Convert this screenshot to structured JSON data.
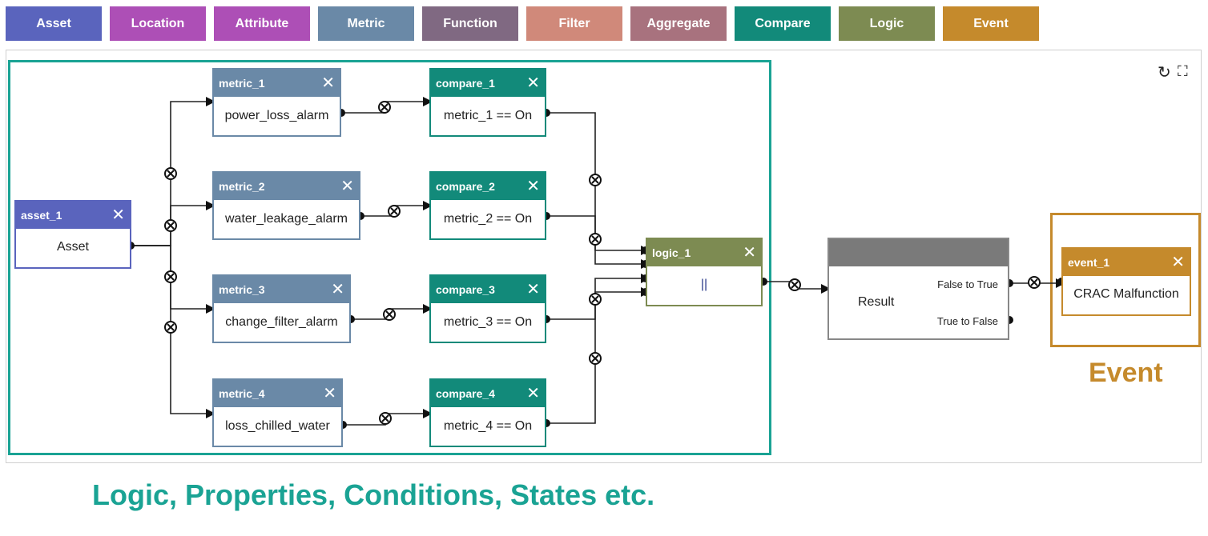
{
  "palette": [
    {
      "label": "Asset",
      "color": "#5a64bd"
    },
    {
      "label": "Location",
      "color": "#ad4fb6"
    },
    {
      "label": "Attribute",
      "color": "#ad4fb6"
    },
    {
      "label": "Metric",
      "color": "#6a89a7"
    },
    {
      "label": "Function",
      "color": "#806982"
    },
    {
      "label": "Filter",
      "color": "#d0897a"
    },
    {
      "label": "Aggregate",
      "color": "#a8727e"
    },
    {
      "label": "Compare",
      "color": "#128a7a"
    },
    {
      "label": "Logic",
      "color": "#7d8b52"
    },
    {
      "label": "Event",
      "color": "#c58a2c"
    }
  ],
  "colors": {
    "asset": "#5a64bd",
    "metric": "#6a89a7",
    "compare": "#128a7a",
    "logic": "#7d8b52",
    "result": "#7a7a7a",
    "event": "#c58a2c",
    "group_logic": "#1aa394",
    "group_event": "#c58a2c"
  },
  "nodes": {
    "asset": {
      "title": "asset_1",
      "body": "Asset"
    },
    "metric_1": {
      "title": "metric_1",
      "body": "power_loss_alarm"
    },
    "metric_2": {
      "title": "metric_2",
      "body": "water_leakage_alarm"
    },
    "metric_3": {
      "title": "metric_3",
      "body": "change_filter_alarm"
    },
    "metric_4": {
      "title": "metric_4",
      "body": "loss_chilled_water"
    },
    "compare_1": {
      "title": "compare_1",
      "body": "metric_1 == On"
    },
    "compare_2": {
      "title": "compare_2",
      "body": "metric_2 == On"
    },
    "compare_3": {
      "title": "compare_3",
      "body": "metric_3 == On"
    },
    "compare_4": {
      "title": "compare_4",
      "body": "metric_4 == On"
    },
    "logic": {
      "title": "logic_1",
      "body": "||"
    },
    "result": {
      "title": "",
      "body": "Result",
      "output_true": "False to True",
      "output_false": "True to False"
    },
    "event": {
      "title": "event_1",
      "body": "CRAC Malfunction"
    }
  },
  "close_symbol": "✕",
  "tools": {
    "refresh_icon": "↻",
    "fullscreen_icon": "⛶"
  },
  "captions": {
    "logic_group": "Logic, Properties, Conditions, States etc.",
    "event_group": "Event"
  }
}
